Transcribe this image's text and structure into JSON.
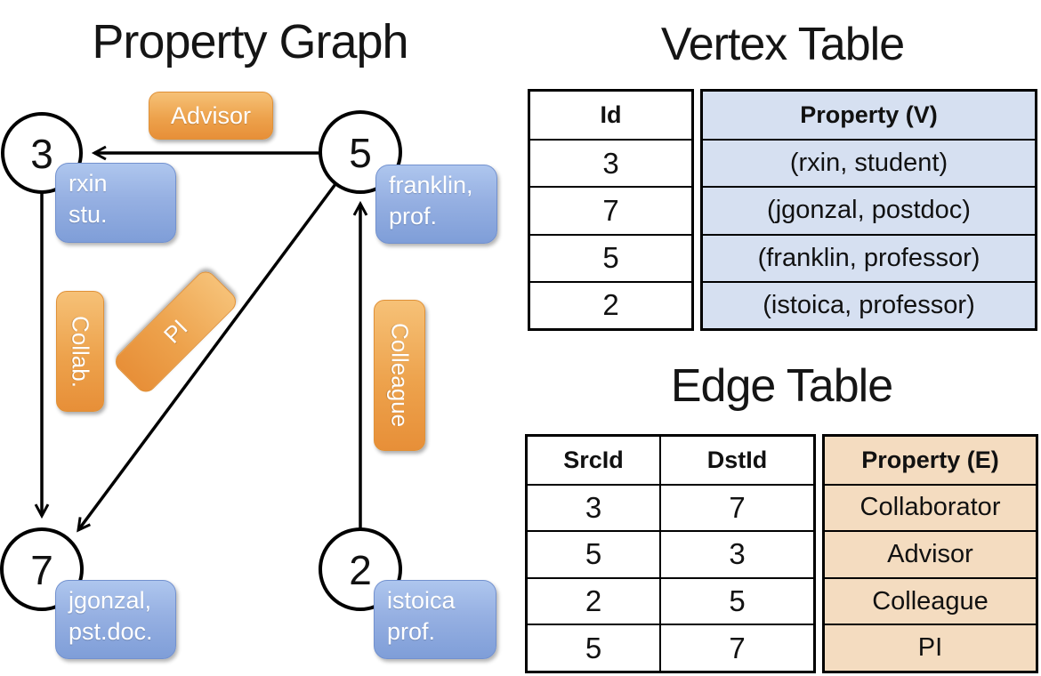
{
  "graph": {
    "title": "Property Graph",
    "nodes": [
      {
        "id": "3",
        "property_lines": [
          "rxin",
          "stu."
        ]
      },
      {
        "id": "5",
        "property_lines": [
          "franklin,",
          "prof."
        ]
      },
      {
        "id": "7",
        "property_lines": [
          "jgonzal,",
          "pst.doc."
        ]
      },
      {
        "id": "2",
        "property_lines": [
          "istoica",
          "prof."
        ]
      }
    ],
    "edges": [
      {
        "src": "5",
        "dst": "3",
        "label": "Advisor"
      },
      {
        "src": "3",
        "dst": "7",
        "label": "Collab."
      },
      {
        "src": "5",
        "dst": "7",
        "label": "PI"
      },
      {
        "src": "2",
        "dst": "5",
        "label": "Colleague"
      }
    ]
  },
  "vertex_table": {
    "title": "Vertex Table",
    "columns": [
      "Id",
      "Property (V)"
    ],
    "rows": [
      [
        "3",
        "(rxin, student)"
      ],
      [
        "7",
        "(jgonzal, postdoc)"
      ],
      [
        "5",
        "(franklin, professor)"
      ],
      [
        "2",
        "(istoica, professor)"
      ]
    ]
  },
  "edge_table": {
    "title": "Edge Table",
    "columns": [
      "SrcId",
      "DstId",
      "Property (E)"
    ],
    "rows": [
      [
        "3",
        "7",
        "Collaborator"
      ],
      [
        "5",
        "3",
        "Advisor"
      ],
      [
        "2",
        "5",
        "Colleague"
      ],
      [
        "5",
        "7",
        "PI"
      ]
    ]
  },
  "colors": {
    "edge_label_fill": "#ECA24D",
    "vertex_label_fill": "#96AFE0",
    "vertex_table_fill": "#D6E0F1",
    "edge_table_fill": "#F4DCC0",
    "line_color": "#000000"
  }
}
